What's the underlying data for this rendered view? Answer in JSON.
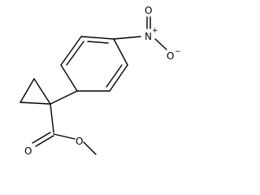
{
  "molecule": {
    "atom_labels": {
      "nitro_nitrogen": "N",
      "nitro_nitrogen_charge": "+",
      "nitro_oxygen_top": "O",
      "nitro_oxygen_right": "O",
      "nitro_oxygen_right_charge": "−",
      "carbonyl_oxygen": "O",
      "ester_oxygen": "O"
    }
  }
}
